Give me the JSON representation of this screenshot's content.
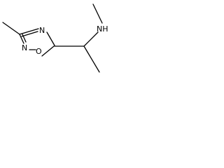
{
  "molecule": {
    "atoms": {
      "N_ring_top": "N",
      "N_ring_bottom": "N",
      "O_ring": "O",
      "NH_amine": "NH"
    }
  },
  "colors": {
    "bond": "#000000",
    "label": "#000000",
    "background": "#ffffff"
  }
}
